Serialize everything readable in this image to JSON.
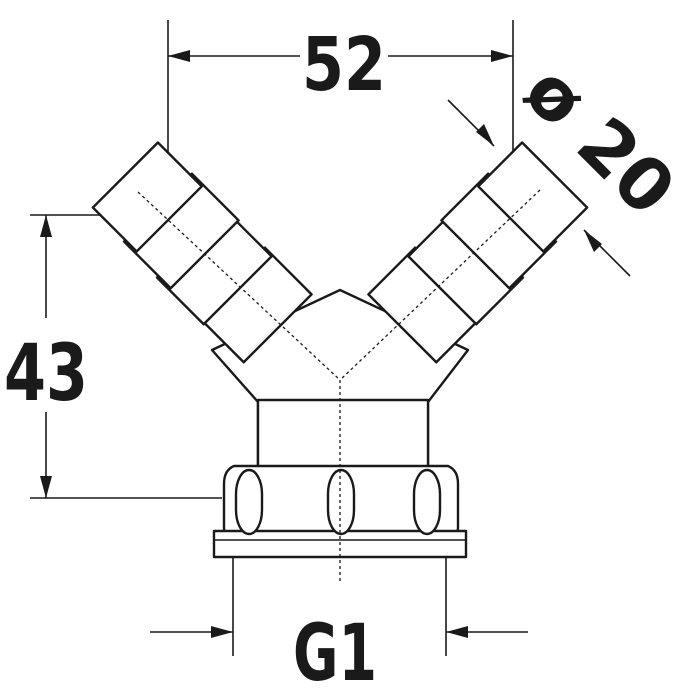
{
  "drawing": {
    "dimensions": {
      "width_label": "52",
      "diameter_label": "ø 20",
      "height_label": "43",
      "thread_label": "G1"
    }
  },
  "colors": {
    "line": "#1a1a1a",
    "background": "#ffffff"
  }
}
